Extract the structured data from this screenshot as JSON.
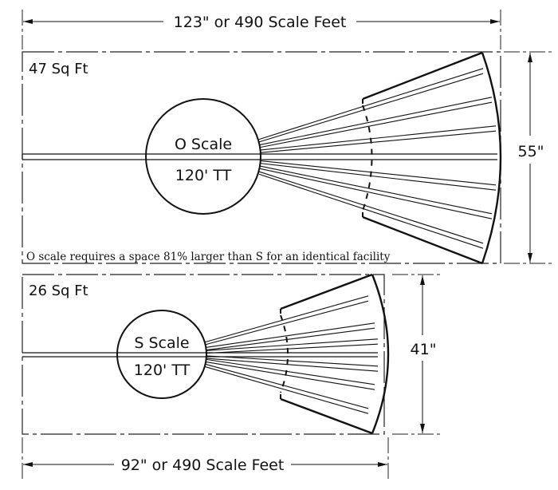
{
  "o_layout": {
    "area_label": "47 Sq Ft",
    "scale_label": "O Scale",
    "turntable_label": "120' TT",
    "width_dimension": "123\" or 490 Scale Feet",
    "height_dimension": "55\"",
    "note": "O scale requires a space 81% larger than S for an identical facility"
  },
  "s_layout": {
    "area_label": "26 Sq Ft",
    "scale_label": "S Scale",
    "turntable_label": "120' TT",
    "width_dimension": "92\" or 490 Scale Feet",
    "height_dimension": "41\""
  }
}
